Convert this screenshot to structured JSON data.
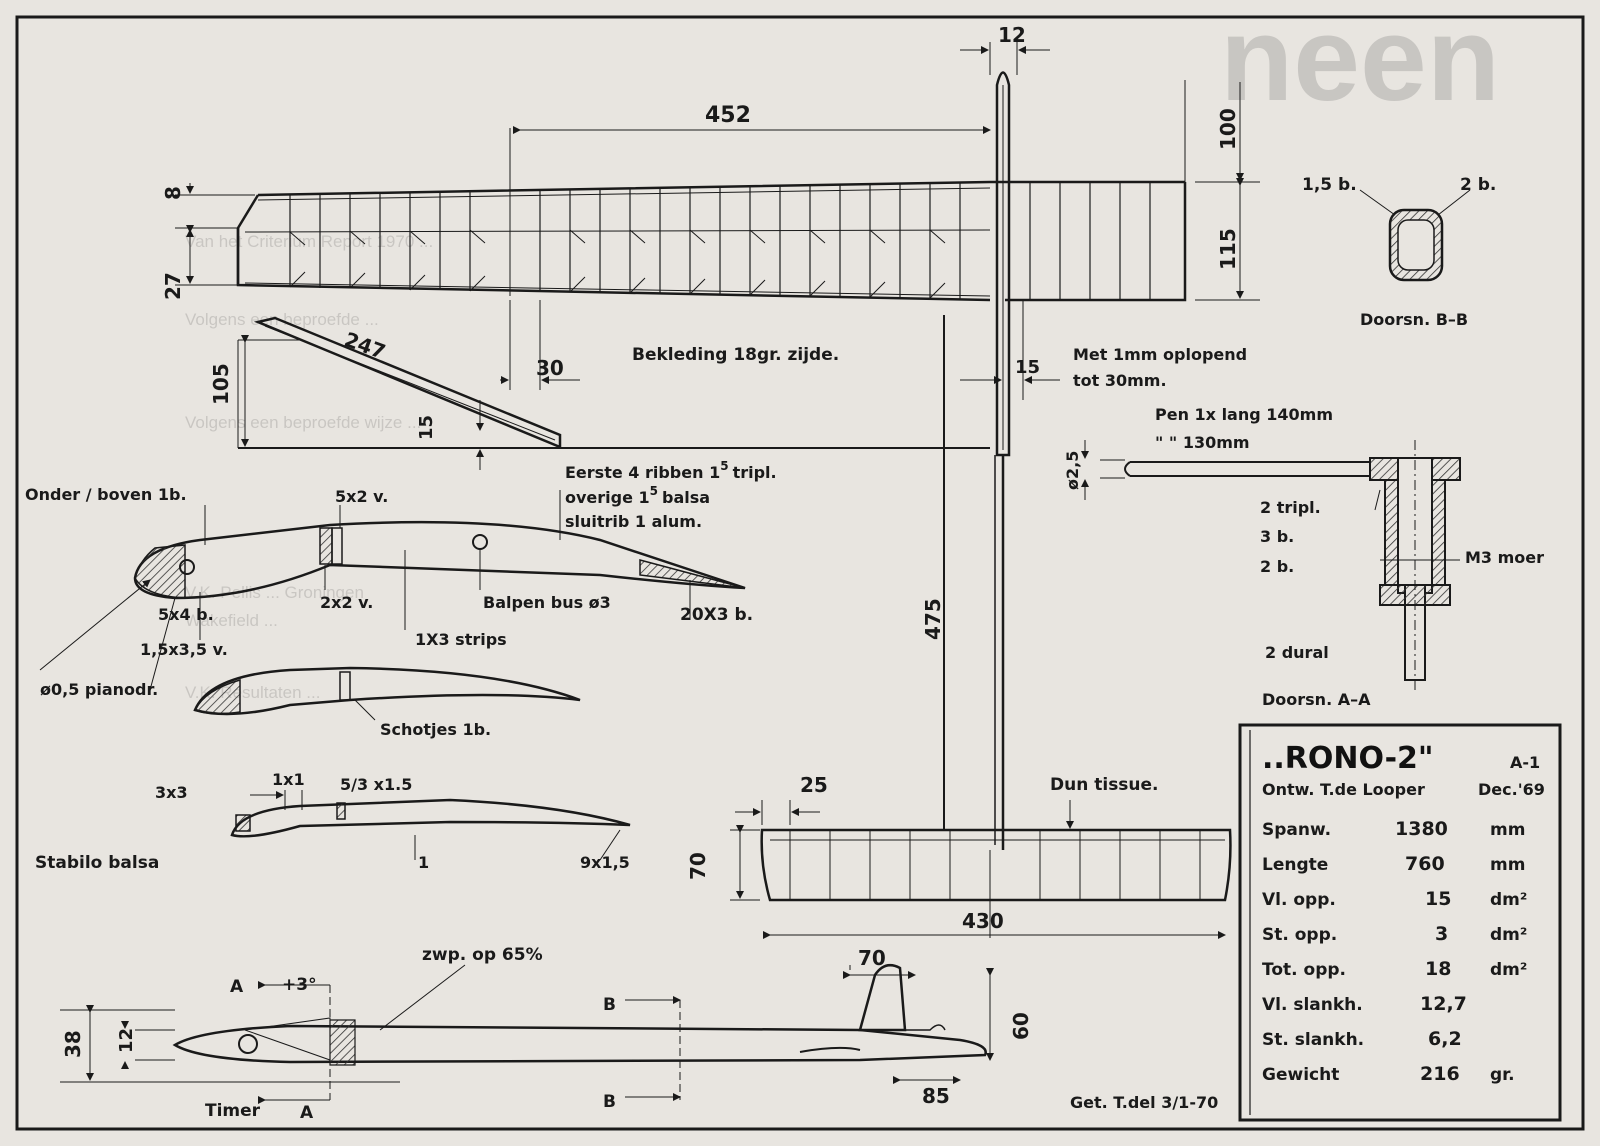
{
  "background_text": {
    "heading_fragment": "neen",
    "lines": [
      "Van het Criterium Report 1970 ...",
      "Volgens een beproefde ...",
      "Volgens een beproefde wijze ...",
      "V.K. Pellis ... Groningen",
      "Wakefield ...",
      "V.K. Resultaten ..."
    ]
  },
  "dimensions": {
    "d12": "12",
    "d452": "452",
    "d100": "100",
    "d8": "8",
    "d27": "27",
    "d115": "115",
    "d247": "247",
    "d105": "105",
    "d15a": "15",
    "d30": "30",
    "d15b": "15",
    "d475": "475",
    "d25": "25",
    "d70a": "70",
    "d430": "430",
    "d70b": "70",
    "d38": "38",
    "d12b": "12",
    "d60": "60",
    "d85": "85",
    "d25b": "ø2,5"
  },
  "labels": {
    "bekleding": "Bekleding  18gr. zijde.",
    "met1mm": "Met 1mm oplopend",
    "tot30": "tot 30mm.",
    "pen": "Pen 1x lang 140mm",
    "pen2": "\"     \"    130mm",
    "eerste1": "Eerste 4 ribben 1",
    "eerste1sup": "5",
    "eerste1b": "tripl.",
    "eerste2": "overige 1",
    "eerste2sup": "5",
    "eerste2b": "balsa",
    "eerste3": "sluitrib 1 alum.",
    "onderboven": "Onder / boven 1b.",
    "v5x2": "5x2 v.",
    "v2x2": "2x2 v.",
    "b5x4": "5x4 b.",
    "v1535": "1,5x3,5 v.",
    "balpen": "Balpen bus ø3",
    "b20x3": "20X3 b.",
    "strips": "1X3 strips",
    "pianodr": "ø0,5 pianodr.",
    "schotjes": "Schotjes 1b.",
    "x1x1": "1x1",
    "x3x3": "3x3",
    "x53": "5/3 x1.5",
    "stabilo": "Stabilo  balsa",
    "x1": "1",
    "x915": "9x1,5",
    "duntissue": "Dun tissue.",
    "zwp": "zwp. op 65%",
    "plus3": "+3°",
    "a_top": "A",
    "a_bot": "A",
    "b_top": "B",
    "b_bot": "B",
    "timer": "Timer",
    "get": "Get. T.del 3/1-70",
    "b15": "1,5 b.",
    "b2": "2 b.",
    "doorsnBB": "Doorsn. B–B",
    "tripl2": "2 tripl.",
    "b3": "3 b.",
    "b2b": "2 b.",
    "m3moer": "M3 moer",
    "dural": "2 dural",
    "doorsnAA": "Doorsn. A–A"
  },
  "title_block": {
    "name": "..RONO-2\"",
    "class": "A-1",
    "designer": "Ontw.  T.de Looper",
    "date": "Dec.'69",
    "rows": [
      {
        "label": "Spanw.",
        "value": "1380",
        "unit": "mm"
      },
      {
        "label": "Lengte",
        "value": "760",
        "unit": "mm"
      },
      {
        "label": "Vl. opp.",
        "value": "15",
        "unit": "dm²"
      },
      {
        "label": "St. opp.",
        "value": "3",
        "unit": "dm²"
      },
      {
        "label": "Tot. opp.",
        "value": "18",
        "unit": "dm²"
      },
      {
        "label": "Vl. slankh.",
        "value": "12,7",
        "unit": ""
      },
      {
        "label": "St. slankh.",
        "value": "6,2",
        "unit": ""
      },
      {
        "label": "Gewicht",
        "value": "216",
        "unit": "gr."
      }
    ]
  },
  "colors": {
    "ink": "#1a1a1a",
    "paper": "#e8e5e0",
    "hatch": "#555555"
  }
}
